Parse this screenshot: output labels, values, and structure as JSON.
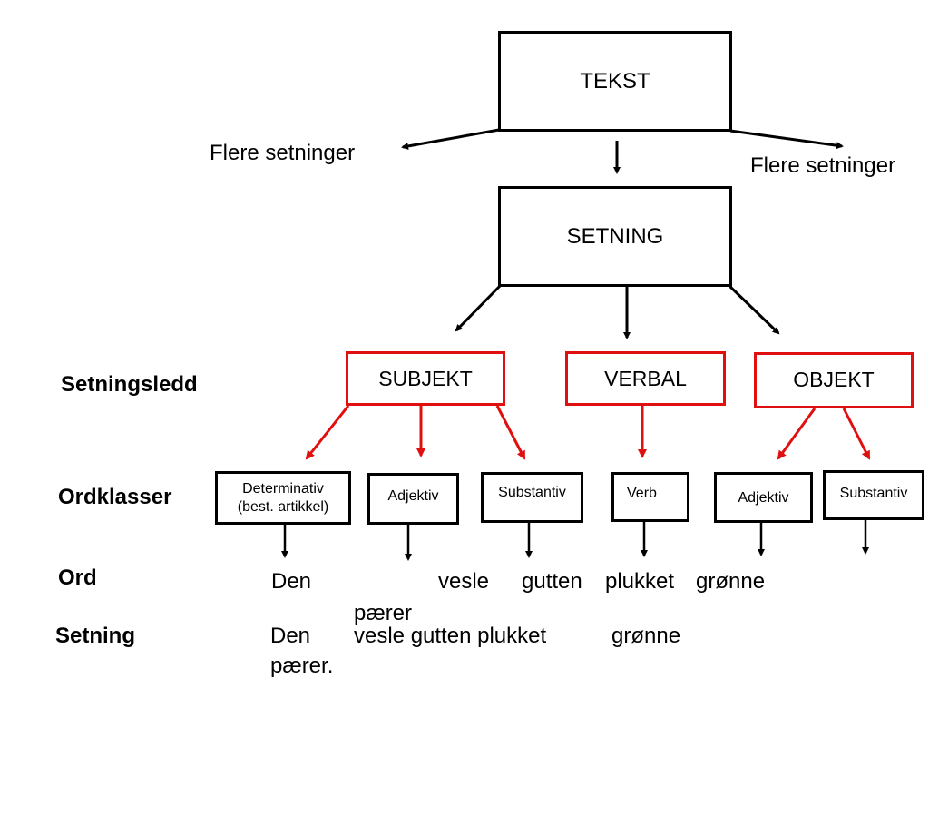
{
  "colors": {
    "black": "#000000",
    "red": "#e01010"
  },
  "nodes": {
    "tekst": "TEKST",
    "setning": "SETNING",
    "subjekt": "SUBJEKT",
    "verbal": "VERBAL",
    "objekt": "OBJEKT",
    "determinativ_line1": "Determinativ",
    "determinativ_line2": "(best. artikkel)",
    "adjektiv1": "Adjektiv",
    "substantiv1": "Substantiv",
    "verb": "Verb",
    "adjektiv2": "Adjektiv",
    "substantiv2": "Substantiv"
  },
  "side_texts": {
    "flere_left": "Flere setninger",
    "flere_right": "Flere setninger"
  },
  "row_labels": {
    "setningsledd": "Setningsledd",
    "ordklasser": "Ordklasser",
    "ord": "Ord",
    "setning": "Setning"
  },
  "ord_words": {
    "den": "Den",
    "vesle": "vesle",
    "gutten": "gutten",
    "plukket": "plukket",
    "gronne": "grønne",
    "parer": "pærer"
  },
  "sentence": {
    "line1_a": "Den",
    "line1_b": "vesle gutten plukket",
    "line1_c": "grønne",
    "line2": "pærer."
  }
}
